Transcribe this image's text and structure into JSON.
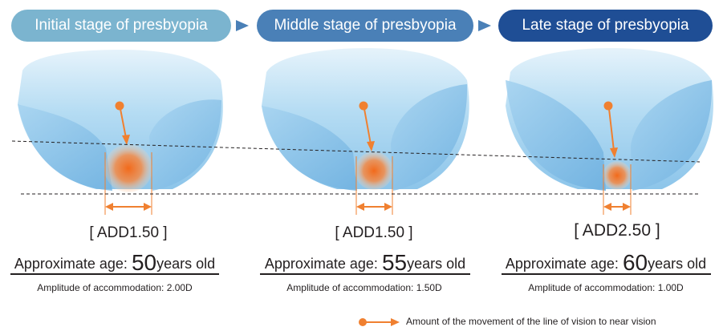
{
  "colors": {
    "stage_1": "#7bb4cf",
    "stage_2": "#4a80b7",
    "stage_3": "#1f4e95",
    "accent_orange": "#f08030",
    "lens_blue": "#9ccfef"
  },
  "stages": [
    {
      "title": "Initial stage of  presbyopia",
      "add": "[  ADD1.50  ]",
      "age_label": "Approximate age: ",
      "age_number": "50",
      "age_suffix": "years old",
      "amplitude": "Amplitude of accommodation: 2.00D"
    },
    {
      "title": "Middle stage of presbyopia",
      "add": "[  ADD1.50  ]",
      "age_label": "Approximate age: ",
      "age_number": "55",
      "age_suffix": "years old",
      "amplitude": "Amplitude of accommodation: 1.50D"
    },
    {
      "title": "Late stage of presbyopia",
      "add": "[ ADD2.50 ]",
      "age_label": "Approximate age: ",
      "age_number": "60",
      "age_suffix": "years old",
      "amplitude": "Amplitude of accommodation: 1.00D"
    }
  ],
  "legend": {
    "icon": "orange-dot-arrow-icon",
    "text": "Amount of the movement of the line of vision to near vision"
  }
}
